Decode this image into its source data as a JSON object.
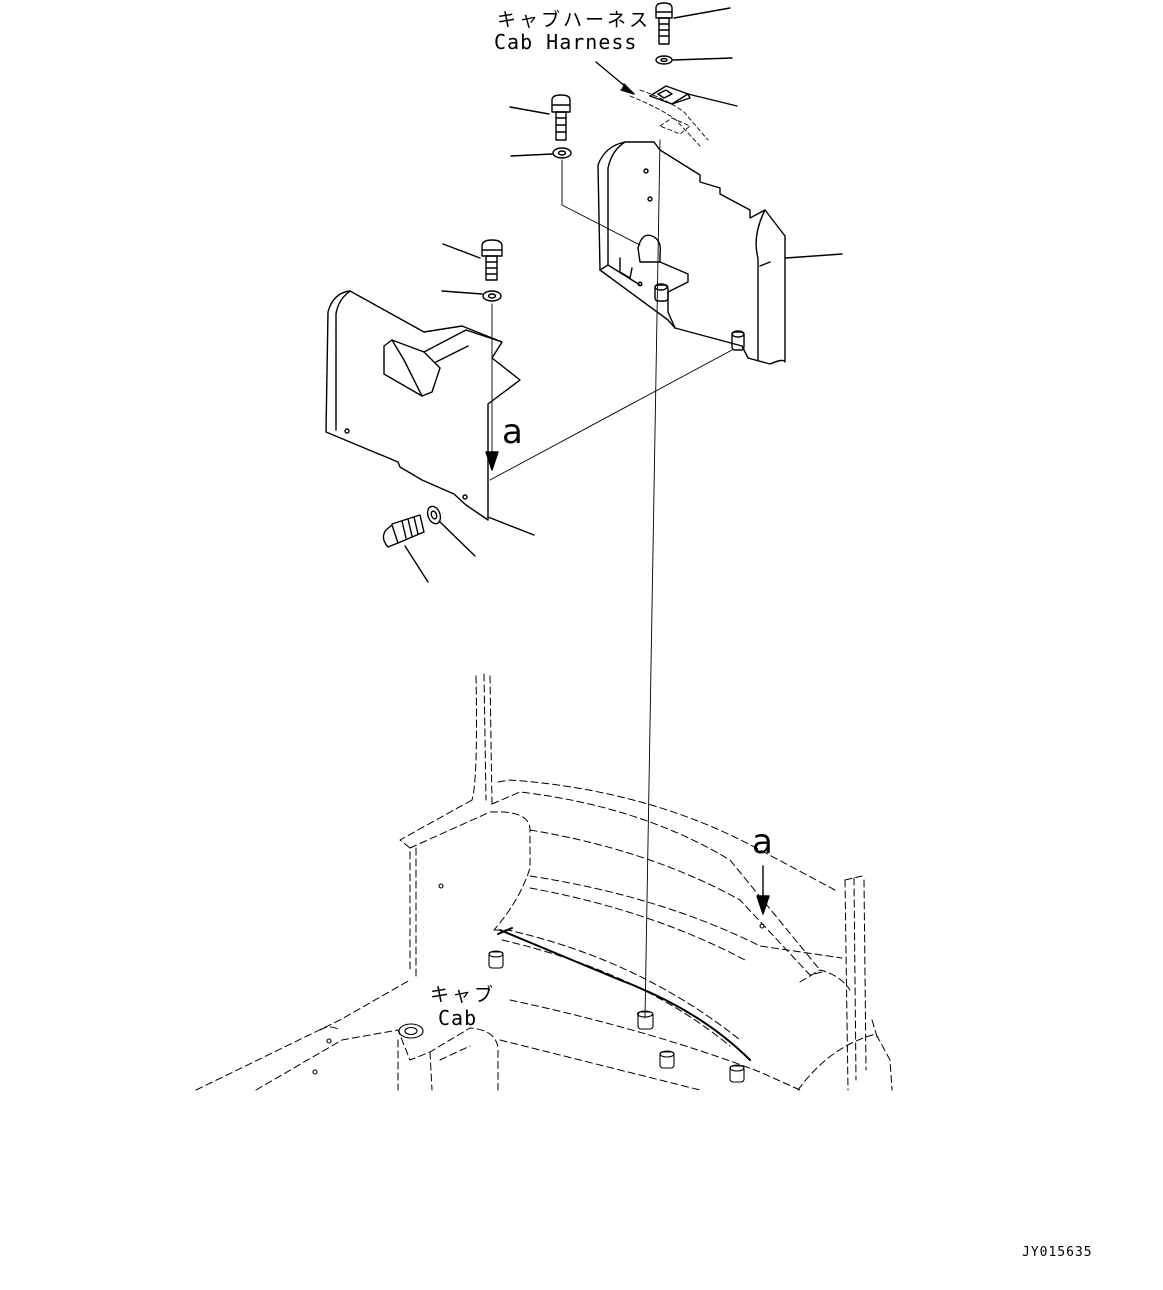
{
  "labels": {
    "cab_harness_jp": "キャブハーネス",
    "cab_harness_en": "Cab Harness",
    "cab_jp": "キャブ",
    "cab_en": "Cab",
    "ref_a_upper": "a",
    "ref_a_lower": "a",
    "drawing_code": "JY015635"
  },
  "colors": {
    "line": "#000000",
    "background": "#ffffff"
  }
}
